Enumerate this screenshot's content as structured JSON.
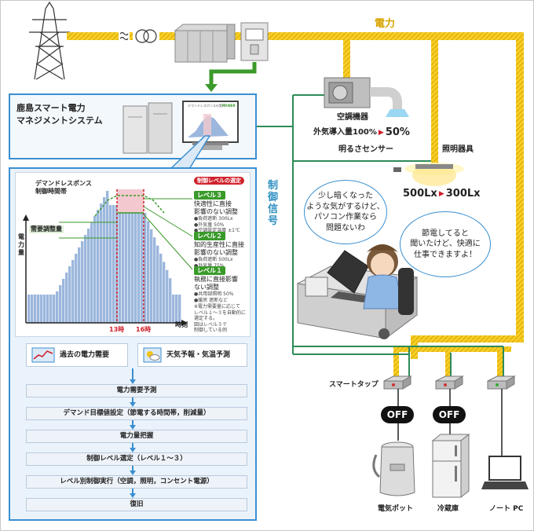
{
  "power_label": "電力",
  "control_signal_label": "制御信号",
  "system_title_line1": "鹿島スマート電力",
  "system_title_line2": "マネジメントシステム",
  "aircon": {
    "label": "空調機器",
    "intake_text": "外気導入量100%",
    "intake_after": "50%"
  },
  "light_sensor_label": "明るさセンサー",
  "lighting_label": "照明器具",
  "lux_before": "500Lx",
  "lux_after": "300Lx",
  "bubble_left": "少し暗くなった\nような気がするけど、\nパソコン作業なら\n問題ないわ",
  "bubble_right": "節電してると\n聞いたけど、快適に\n仕事できますよ！",
  "chart": {
    "dr_label_line1": "デマンドレスポンス",
    "dr_label_line2": "制御時間帯",
    "adjust_label": "需要調整量",
    "ylabel": "電力量",
    "xlabel": "時刻",
    "start_time": "13時",
    "end_time": "16時"
  },
  "levels": {
    "header": "制御レベルの選定",
    "items": [
      {
        "tag": "レベル３",
        "desc": "快適性に直接\n影響のない調整",
        "subs": "●負荷遮断 300Lx\n●外気量 50%\n●空調設定温度 ±1℃"
      },
      {
        "tag": "レベル２",
        "desc": "知的生産性に直接\n影響のない調整",
        "subs": "●負荷遮断 500Lx\n●外気量 75%"
      },
      {
        "tag": "レベル１",
        "desc": "執務に直接影響\nない調整",
        "subs": "●共用部照明 50%\n●暖房 遮断など"
      }
    ],
    "note": "※電力需要量に応じて\nレベル１～３を自動的に\n選定する。\n図はレベル３で\n制御している例"
  },
  "inputs": {
    "past_demand": "過去の電力需要",
    "weather": "天気予報・気温予測"
  },
  "steps": [
    "電力需要予測",
    "デマンド目標値設定（節電する時間帯，削減量）",
    "電力量把握",
    "制御レベル選定（レベル１～３）",
    "レベル別制御実行（空調，照明，コンセント電源）",
    "復旧"
  ],
  "smart_tap_label": "スマートタップ",
  "off_label": "OFF",
  "devices": [
    "電気ポット",
    "冷蔵庫",
    "ノート PC"
  ],
  "monitor_caption": "デマンドレスポンスの実行",
  "monitor_badge": "POWER",
  "colors": {
    "power_line": "#f2c414",
    "signal_line": "#2e8b57",
    "panel_border": "#3a8fd0",
    "level_tag": "#3a9a2a",
    "demand_fill": "#9cb7dd",
    "dr_band": "#f3c9cf"
  }
}
